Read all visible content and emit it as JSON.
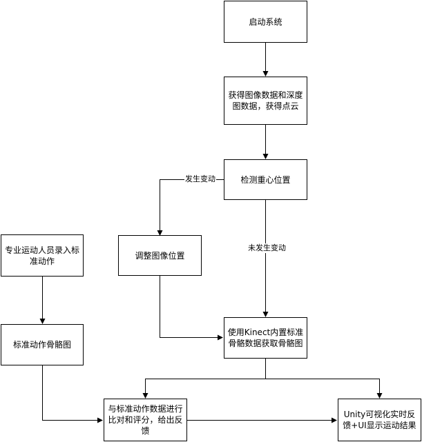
{
  "nodes": {
    "start": "启动系统",
    "acquire": "获得图像数据和深度图数据，获得点云",
    "detect": "检测重心位置",
    "adjust": "调整图像位置",
    "kinect": "使用Kinect内置标准骨骼数据获取骨骼图",
    "pro": "专业运动人员录入标准动作",
    "std_skeleton": "标准动作骨骼图",
    "compare": "与标准动作数据进行比对和评分，给出反馈",
    "unity": "Unity可视化实时反馈+UI显示运动结果"
  },
  "edge_labels": {
    "changed": "发生变动",
    "unchanged": "未发生变动"
  }
}
